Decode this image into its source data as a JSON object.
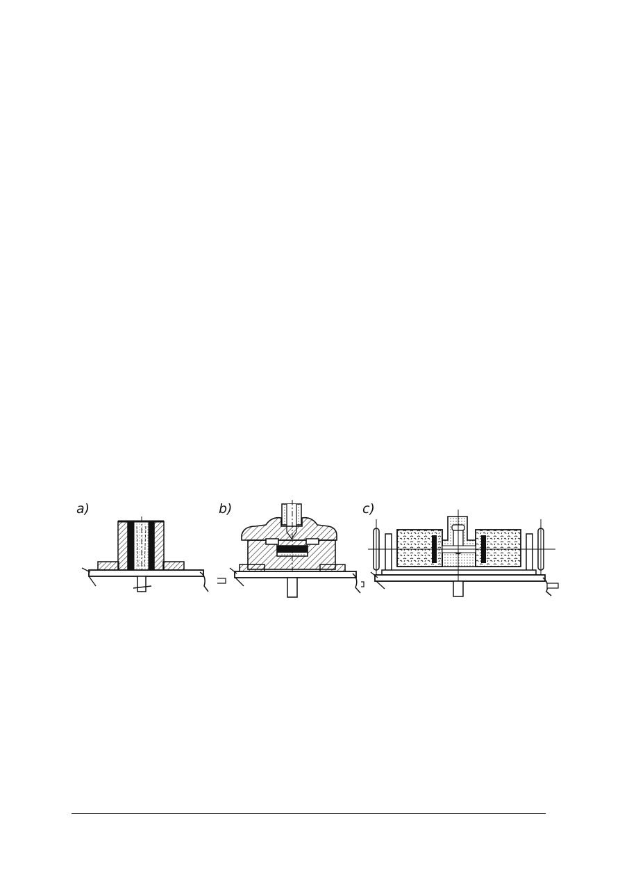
{
  "page": {
    "background": "#ffffff"
  },
  "figure": {
    "panels": [
      {
        "id": "a",
        "label": "a)"
      },
      {
        "id": "b",
        "label": "b)"
      },
      {
        "id": "c",
        "label": "c)"
      }
    ]
  },
  "footer": {
    "rule": true
  }
}
